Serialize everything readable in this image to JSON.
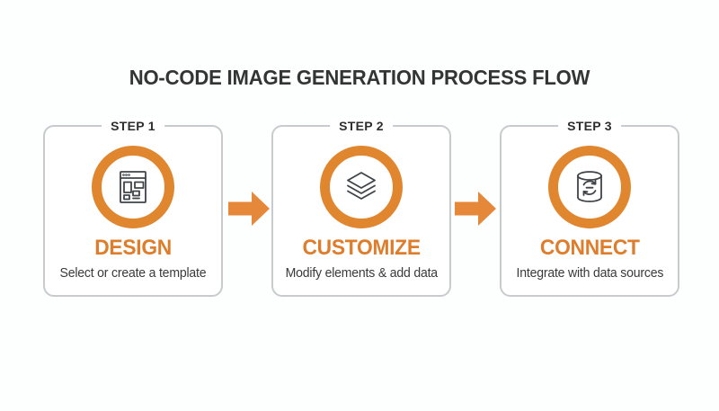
{
  "page": {
    "background_color": "#fdfefe",
    "type": "process-flow-infographic"
  },
  "title": "NO-CODE IMAGE GENERATION PROCESS FLOW",
  "colors": {
    "accent_orange_ring": "#e0862f",
    "accent_orange_text": "#de7d2b",
    "accent_orange_arrow": "#e6883a",
    "card_border": "#c7cbcd",
    "title_text": "#343434",
    "body_text": "#3a3a3a"
  },
  "steps": [
    {
      "step_label": "STEP 1",
      "name": "DESIGN",
      "description": "Select or create a template",
      "icon": "template-browser-icon"
    },
    {
      "step_label": "STEP 2",
      "name": "CUSTOMIZE",
      "description": "Modify elements & add data",
      "icon": "layers-icon"
    },
    {
      "step_label": "STEP 3",
      "name": "CONNECT",
      "description": "Integrate with data sources",
      "icon": "database-sync-icon"
    }
  ],
  "connectors": [
    {
      "icon": "arrow-right-icon",
      "direction": "right"
    },
    {
      "icon": "arrow-right-icon",
      "direction": "right"
    }
  ]
}
